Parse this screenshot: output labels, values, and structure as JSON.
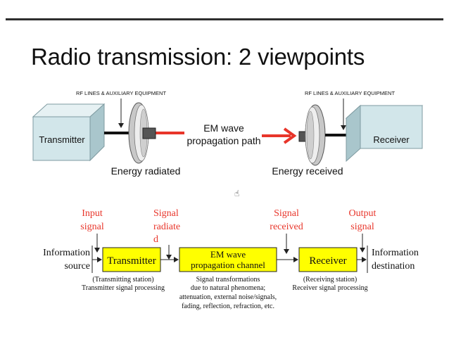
{
  "title": "Radio transmission: 2 viewpoints",
  "top_diagram": {
    "rf_label_left": "RF LINES & AUXILIARY EQUIPMENT",
    "rf_label_right": "RF LINES & AUXILIARY EQUIPMENT",
    "transmitter": "Transmitter",
    "receiver": "Receiver",
    "em_wave_line1": "EM wave",
    "em_wave_line2": "propagation path",
    "energy_radiated": "Energy radiated",
    "energy_received": "Energy received"
  },
  "bottom_diagram": {
    "input_signal": [
      "Input",
      "signal"
    ],
    "signal_radiated": [
      "Signal",
      "radiate",
      "d"
    ],
    "signal_received": [
      "Signal",
      "received"
    ],
    "output_signal": [
      "Output",
      "signal"
    ],
    "information_source": [
      "Information",
      "source"
    ],
    "information_destination": [
      "Information",
      "destination"
    ],
    "transmitter_box": "Transmitter",
    "channel_box": [
      "EM wave",
      "propagation channel"
    ],
    "receiver_box": "Receiver",
    "tx_caption": [
      "(Transmitting station)",
      "Transmitter signal processing"
    ],
    "channel_caption": [
      "Signal transformations",
      "due to natural phenomena;",
      "attenuation, external noise/signals,",
      "fading, reflection, refraction, etc."
    ],
    "rx_caption": [
      "(Receiving station)",
      "Receiver signal processing"
    ]
  },
  "colors": {
    "red": "#e8352a",
    "box_yellow": "#ffff00",
    "cube_face": "#d2e6ea",
    "cube_top": "#e6f1f3",
    "cube_side": "#a9c6cc"
  }
}
